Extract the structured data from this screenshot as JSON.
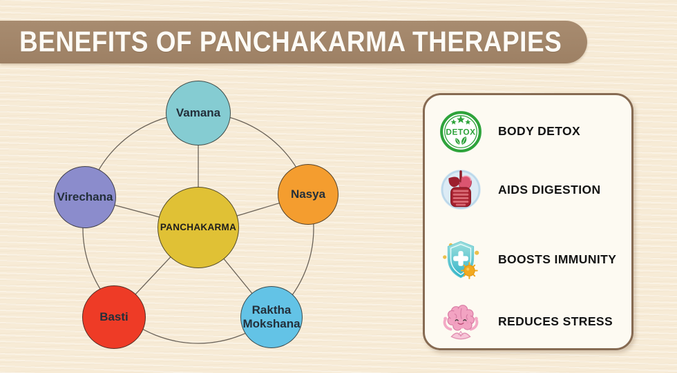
{
  "header": {
    "title": "BENEFITS OF PANCHAKARMA THERAPIES"
  },
  "diagram": {
    "center": {
      "label": "PANCHAKARMA",
      "color": "#e0c135"
    },
    "nodes": [
      {
        "label": "Vamana",
        "color": "#85ccd2"
      },
      {
        "label": "Nasya",
        "color": "#f49d2f"
      },
      {
        "label": "Raktha Mokshana",
        "color": "#63c3e6"
      },
      {
        "label": "Basti",
        "color": "#ee3b26"
      },
      {
        "label": "Virechana",
        "color": "#8b8ccc"
      }
    ]
  },
  "benefits": {
    "items": [
      {
        "label": "BODY DETOX",
        "icon": "detox-badge-icon",
        "icon_text": "DETOX"
      },
      {
        "label": "AIDS DIGESTION",
        "icon": "digestive-system-icon"
      },
      {
        "label": "BOOSTS IMMUNITY",
        "icon": "shield-plus-icon"
      },
      {
        "label": "REDUCES STRESS",
        "icon": "meditating-brain-icon"
      }
    ]
  },
  "colors": {
    "background": "#f7ebd6",
    "banner": "#a08468",
    "panel_border": "#866a52",
    "panel_background": "#fdfaf2",
    "connector_line": "#6a6258",
    "detox_green": "#2ea33b",
    "digestion_red": "#a6212f",
    "immunity_teal": "#3ab5c6",
    "stress_pink": "#f2a3c2"
  }
}
